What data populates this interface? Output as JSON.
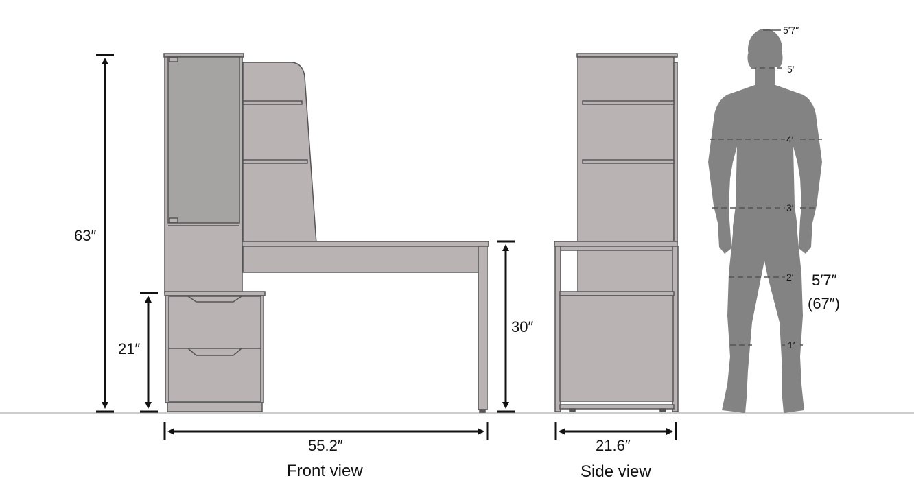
{
  "colors": {
    "furniture_fill": "#b9b3b3",
    "door_glass": "#a6a3a3",
    "outline": "#555555",
    "person": "#838383",
    "ground": "#9a9a9a",
    "arrow": "#111111"
  },
  "front_view": {
    "caption": "Front view",
    "total_height": "63″",
    "drawer_height": "21″",
    "desk_height": "30″",
    "width": "55.2″"
  },
  "side_view": {
    "caption": "Side view",
    "depth": "21.6″"
  },
  "person": {
    "height_line1": "5′7″",
    "height_line2": "(67″)",
    "scale_marks": [
      "5′7″",
      "5′",
      "4′",
      "3′",
      "2′",
      "1′"
    ]
  }
}
